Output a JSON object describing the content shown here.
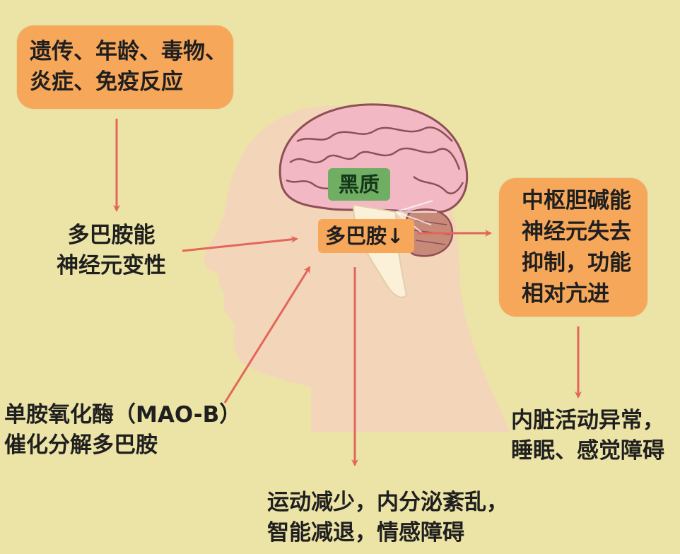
{
  "colors": {
    "background": "#ece3a6",
    "box_orange": "#f6a75a",
    "head": "#f3d5b9",
    "brain": "#f2b9c4",
    "brain_outline": "#8e4f56",
    "substantia_nigra": "#6fae63",
    "arrow": "#e26659"
  },
  "boxes": {
    "causes": {
      "lines": [
        "遗传、年龄、毒物、",
        "炎症、免疫反应"
      ]
    },
    "cholinergic": {
      "lines": [
        "中枢胆碱能",
        "神经元失去",
        "抑制，功能",
        "相对亢进"
      ]
    }
  },
  "labels": {
    "degeneration": {
      "lines": [
        "多巴胺能",
        "神经元变性"
      ]
    },
    "mao": {
      "lines": [
        "单胺氧化酶（MAO-B）",
        "催化分解多巴胺"
      ]
    },
    "visceral": {
      "lines": [
        "内脏活动异常，",
        "睡眠、感觉障碍"
      ]
    },
    "symptoms": {
      "lines": [
        "运动减少，内分泌紊乱，",
        "智能减退，情感障碍"
      ]
    }
  },
  "brain_labels": {
    "substantia_nigra": "黑质",
    "dopamine": "多巴胺↓"
  },
  "icons": [
    "head-silhouette-icon",
    "brain-icon",
    "arrow-icon"
  ]
}
